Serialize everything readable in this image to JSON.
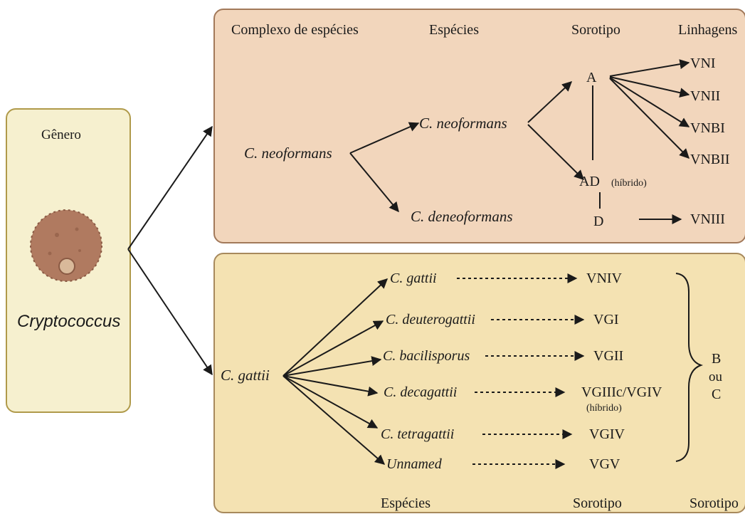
{
  "genus": {
    "heading": "Gênero",
    "name": "Cryptococcus"
  },
  "neoformans_panel": {
    "headers": {
      "complex": "Complexo de espécies",
      "species": "Espécies",
      "serotype": "Sorotipo",
      "lineages": "Linhagens"
    },
    "complex_name": "C. neoformans",
    "species": {
      "neoformans": "C. neoformans",
      "deneoformans": "C. deneoformans"
    },
    "serotypes": {
      "a": "A",
      "ad": "AD",
      "ad_note": "(híbrido)",
      "d": "D"
    },
    "lineages": [
      "VNI",
      "VNII",
      "VNBI",
      "VNBII",
      "VNIII"
    ]
  },
  "gattii_panel": {
    "complex_name": "C. gattii",
    "species": [
      "C. gattii",
      "C. deuterogattii",
      "C. bacilisporus",
      "C. decagattii",
      "C. tetragattii",
      "Unnamed"
    ],
    "lineages": [
      "VNIV",
      "VGI",
      "VGII",
      "VGIIIc/VGIV",
      "VGIV",
      "VGV"
    ],
    "hybrid_note": "(híbrido)",
    "serotype_group": [
      "B",
      "ou",
      "C"
    ],
    "footers": {
      "species": "Espécies",
      "serotype_1": "Sorotipo",
      "serotype_2": "Sorotipo"
    }
  },
  "colors": {
    "neoformans_panel": "#f2d6bc",
    "gattii_panel": "#f4e2b2",
    "genus_panel": "#f6f0cf",
    "cell": "#b07a60"
  }
}
